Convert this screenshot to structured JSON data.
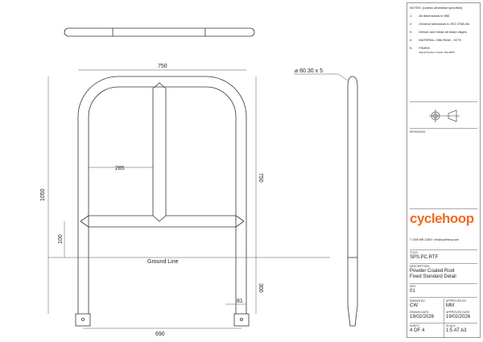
{
  "notes": {
    "heading": "NOTES: (unless otherwise specified)",
    "items": [
      {
        "num": "1.",
        "text": "All dimensions in MM"
      },
      {
        "num": "2.",
        "text": "General tolerances to ISO 2768-mk"
      },
      {
        "num": "3.",
        "text": "Deburr and break all sharp edges"
      },
      {
        "num": "4.",
        "text": "MATERIAL: Mild Steel - S275"
      },
      {
        "num": "5.",
        "text": "FINISH:",
        "sub": "Signal Powder Coated, RAL9005"
      }
    ]
  },
  "revisions_label": "REVISIONS:",
  "logo": "cyclehoop",
  "contact": "T: 0208 699 1336     E: info@cyclehoop.com",
  "title_label": "TITLE:",
  "title": "SPS.PC.RTF",
  "description_label": "DESCRIPTION:",
  "description": "Powder Coated Root Fixed Standard Detail",
  "rev_label": "REV:",
  "rev": "01",
  "drawn_by_label": "DRAWN BY:",
  "drawn_by": "CW",
  "approved_by_label": "APPROVED BY:",
  "approved_by": "MM",
  "drawn_date_label": "DRAWN DATE:",
  "drawn_date": "19/02/2026",
  "approved_date_label": "APPROVED DATE:",
  "approved_date": "19/02/2026",
  "sheet_label": "SHEET:",
  "sheet": "4 OF 4",
  "scale_label": "SCALE:",
  "scale": "1:5 AT A3",
  "dimensions": {
    "top_width": "750",
    "inner_width": "285",
    "upper_height": "750",
    "total_height": "1050",
    "rail_height": "100",
    "ground_line": "Ground Line",
    "embed_depth": "300",
    "foot_width": "81",
    "base_width": "690",
    "tube": "⌀ 60.30 x 5"
  },
  "brand_color": "#f26a21"
}
